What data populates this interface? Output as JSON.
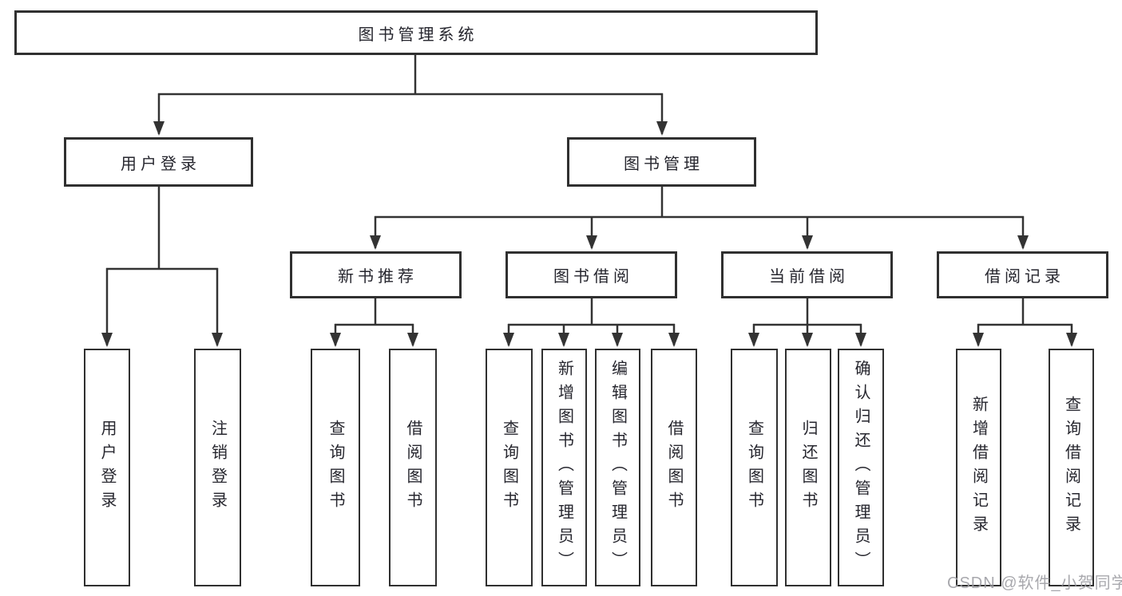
{
  "tree": {
    "label": "图书管理系统",
    "children": [
      {
        "label": "用户登录",
        "children": [
          {
            "label": "用户登录"
          },
          {
            "label": "注销登录"
          }
        ]
      },
      {
        "label": "图书管理",
        "children": [
          {
            "label": "新书推荐",
            "children": [
              {
                "label": "查询图书"
              },
              {
                "label": "借阅图书"
              }
            ]
          },
          {
            "label": "图书借阅",
            "children": [
              {
                "label": "查询图书"
              },
              {
                "label": "新增图书（管理员）"
              },
              {
                "label": "编辑图书（管理员）"
              },
              {
                "label": "借阅图书"
              }
            ]
          },
          {
            "label": "当前借阅",
            "children": [
              {
                "label": "查询图书"
              },
              {
                "label": "归还图书"
              },
              {
                "label": "确认归还（管理员）"
              }
            ]
          },
          {
            "label": "借阅记录",
            "children": [
              {
                "label": "新增借阅记录"
              },
              {
                "label": "查询借阅记录"
              }
            ]
          }
        ]
      }
    ]
  },
  "watermark": {
    "text": "CSDN @软件_小贺同学"
  },
  "colors": {
    "line": "#333333",
    "box_border": "#303030",
    "box_fill": "#ffffff",
    "text": "#26262e",
    "watermark": "#9e9ea4"
  }
}
